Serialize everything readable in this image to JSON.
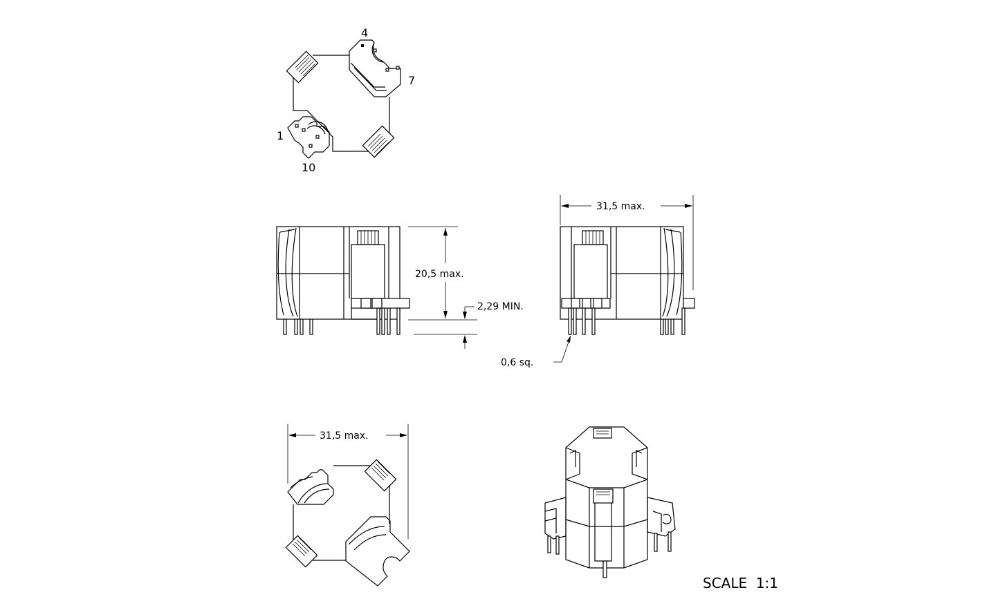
{
  "drawing": {
    "scale_label": "SCALE  1:1",
    "top_view": {
      "pin_labels": {
        "pin_4": "4",
        "pin_7": "7",
        "pin_1": "1",
        "pin_10": "10"
      }
    },
    "side_views": {
      "height_dim": "20,5 max.",
      "standoff_dim": "2,29 MIN.",
      "width_dim": "31,5 max.",
      "pin_dim": "0,6 sq."
    },
    "bottom_view": {
      "width_dim": "31,5 max."
    }
  }
}
